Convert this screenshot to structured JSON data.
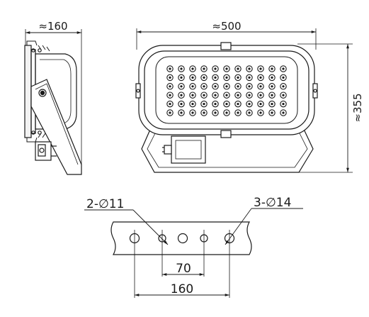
{
  "dimensions": {
    "side_width": "≈160",
    "front_width": "≈500",
    "front_height": "≈355",
    "hole_small": "2-∅11",
    "hole_large": "3-∅14",
    "hole_spacing": "70",
    "bracket_span": "160"
  },
  "led_grid": {
    "rows": 6,
    "cols": 11
  }
}
